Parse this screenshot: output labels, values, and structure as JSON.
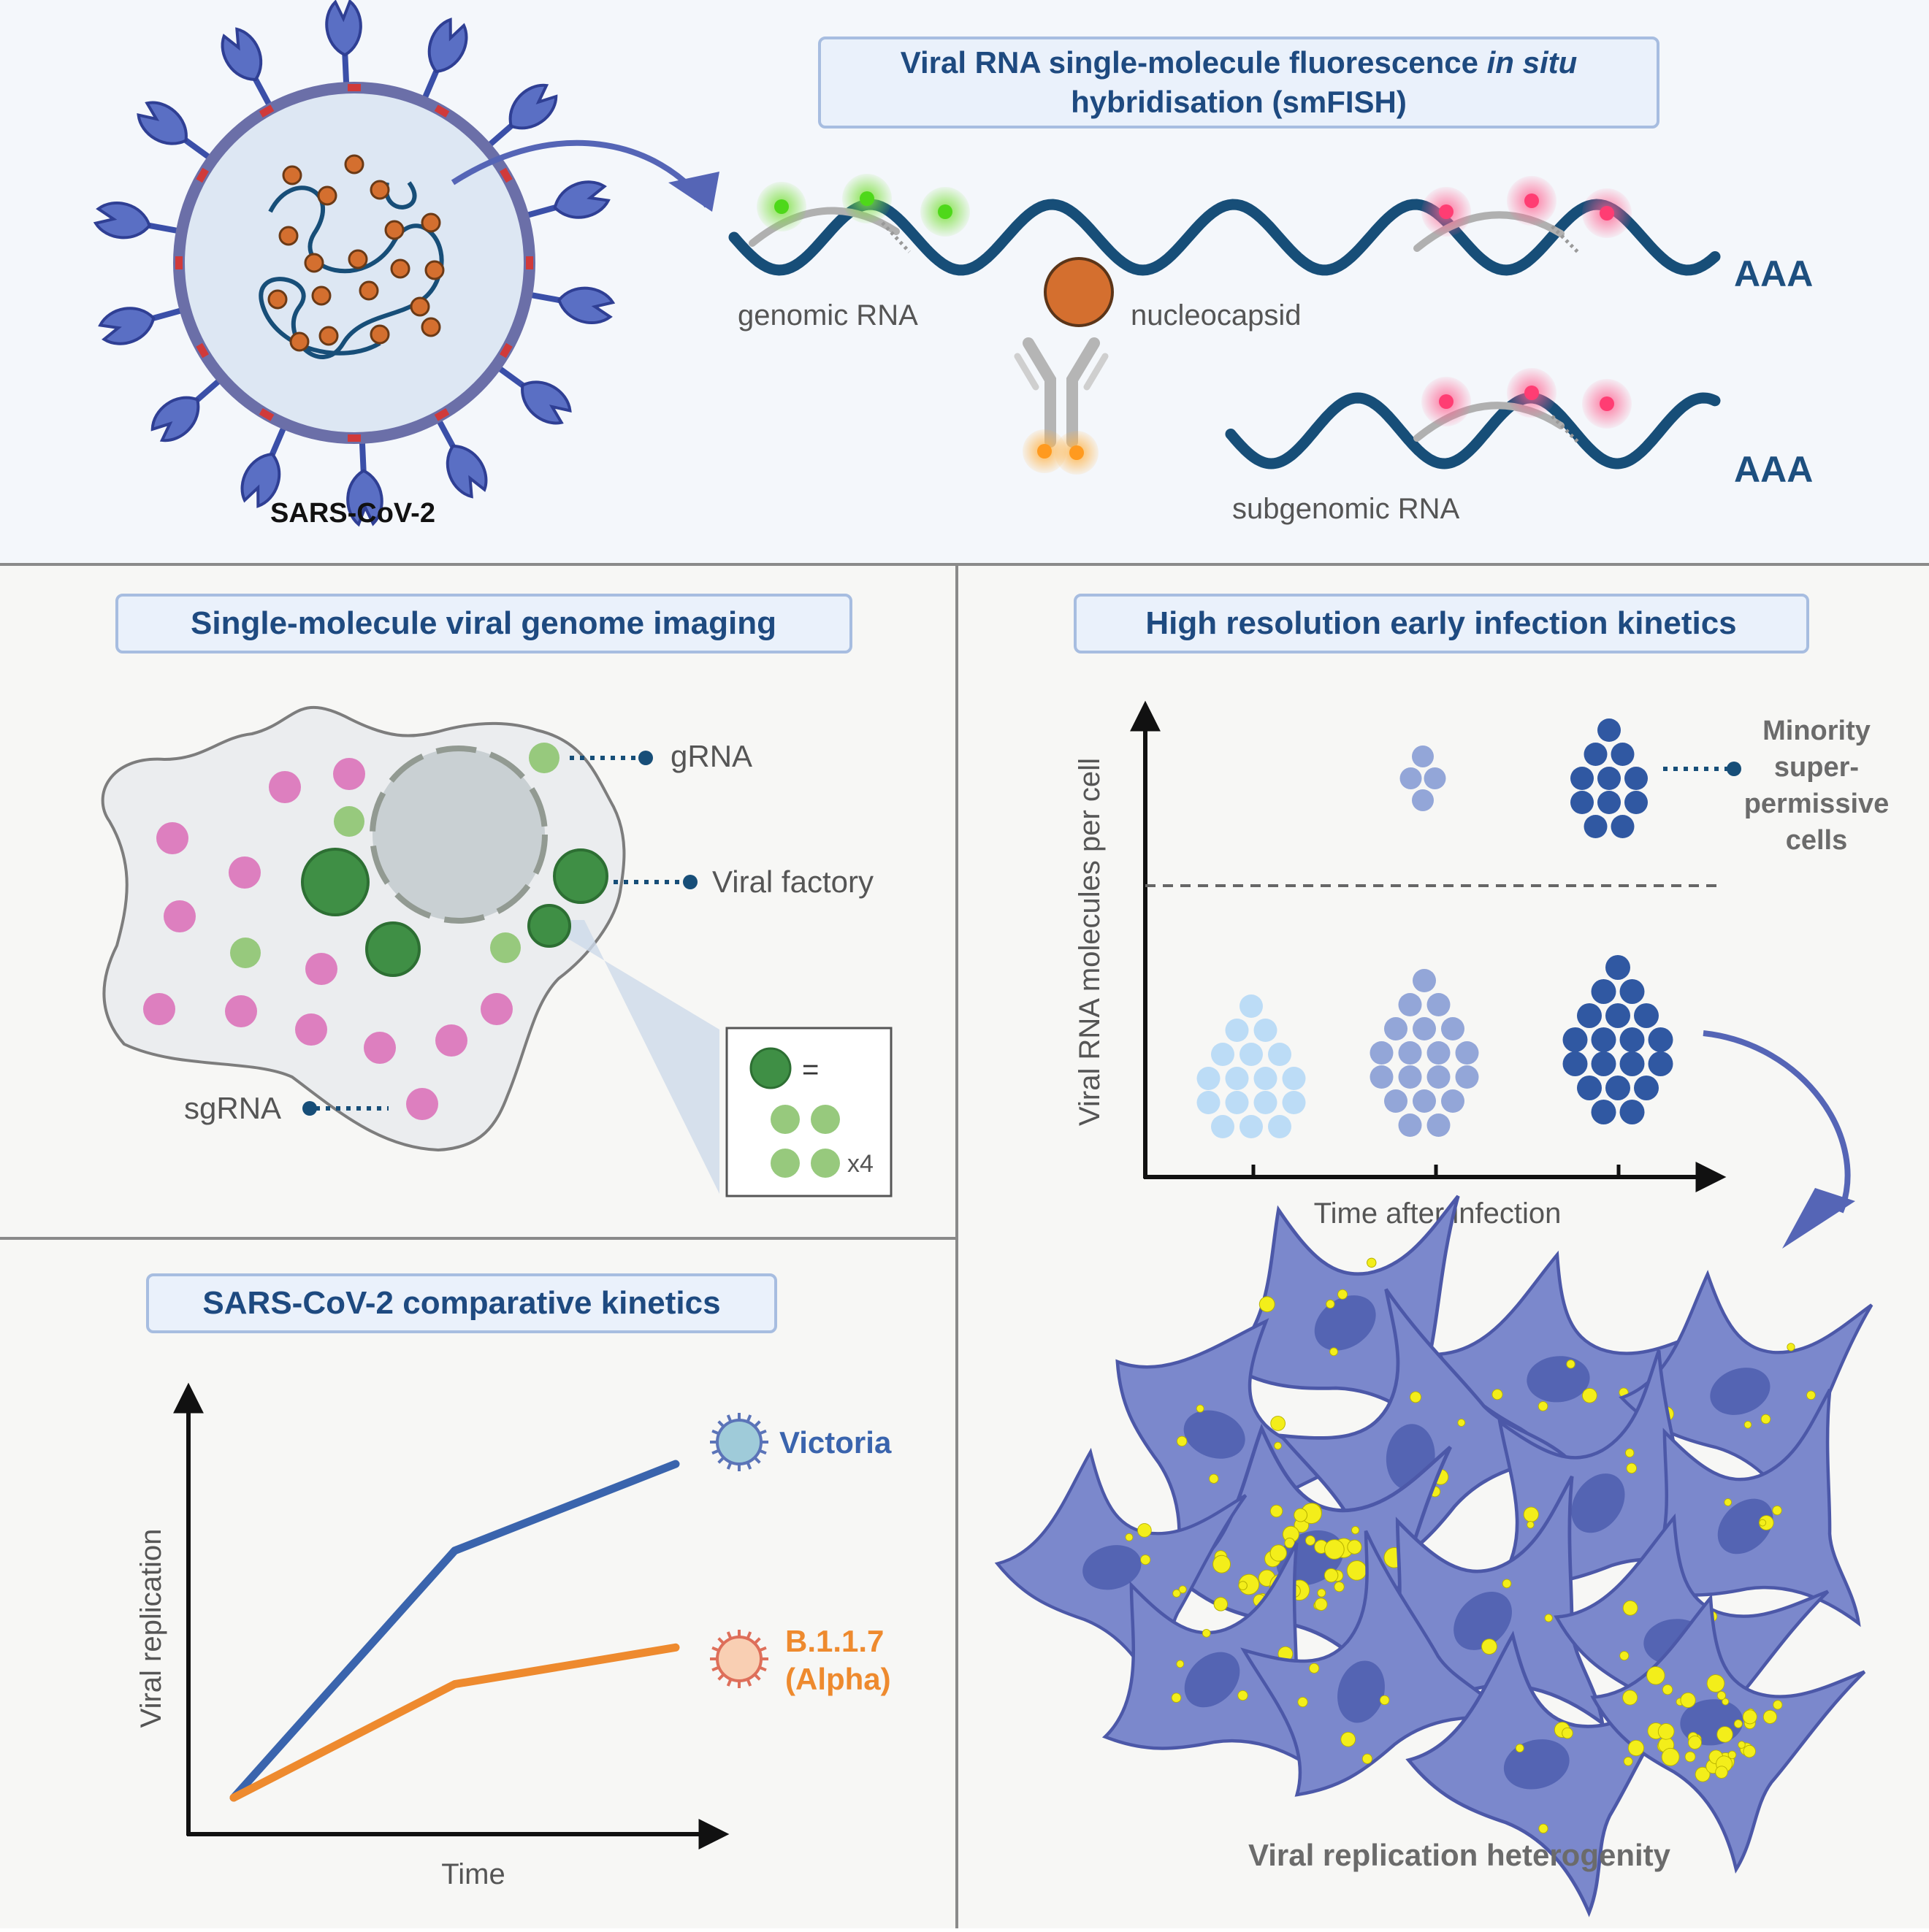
{
  "colors": {
    "navy": "#1d4f7f",
    "wave": "#174e78",
    "title_text": "#1e4a80",
    "title_box_fill": "#eaf1fb",
    "title_box_stroke": "#a7bde0",
    "panel_bg": "#f3f6fb",
    "panel_bg2": "#f7f7f4",
    "divider": "#8a8a8a",
    "nucleocapsid": "#d46f2f",
    "green_probe": "#7de040",
    "pink_probe": "#ff4f82",
    "orange_probe": "#ffb347",
    "grna": "#97c97d",
    "factory": "#3f8f45",
    "sgrna": "#dd7fbf",
    "cell_fill": "#7b88cc",
    "cell_stroke": "#4c58a8",
    "victoria": "#3a64ad",
    "alpha": "#ee8a2e"
  },
  "top": {
    "virus_label": "SARS-CoV-2",
    "smfish_title_line1": "Viral RNA single-molecule fluorescence",
    "smfish_title_italic": "in situ",
    "smfish_title_line2": "hybridisation (smFISH)",
    "genomic_label": "genomic RNA",
    "nucleocapsid_label": "nucleocapsid",
    "subgenomic_label": "subgenomic RNA",
    "polya_1": "AAA",
    "polya_2": "AAA"
  },
  "imaging": {
    "title": "Single-molecule viral genome imaging",
    "grna_label": "gRNA",
    "factory_label": "Viral factory",
    "sgrna_label": "sgRNA",
    "equals": "=",
    "multiplier": "x4"
  },
  "kinetics": {
    "title": "High resolution early infection kinetics",
    "ylabel": "Viral RNA molecules per cell",
    "xlabel": "Time after infection",
    "minority_line1": "Minority",
    "minority_line2": "super-",
    "minority_line3": "permissive",
    "minority_line4": "cells",
    "heterogeneity_label": "Viral replication heterogenity"
  },
  "comparative": {
    "title": "SARS-CoV-2 comparative kinetics",
    "ylabel": "Viral replication",
    "xlabel": "Time",
    "victoria_label": "Victoria",
    "alpha_line1": "B.1.1.7",
    "alpha_line2": "(Alpha)"
  },
  "chart_data": {
    "type": "line",
    "title": "SARS-CoV-2 comparative kinetics",
    "xlabel": "Time",
    "ylabel": "Viral replication",
    "grid": false,
    "series": [
      {
        "name": "Victoria",
        "x": [
          0,
          0.5,
          1
        ],
        "values": [
          0,
          0.74,
          1.0
        ]
      },
      {
        "name": "B.1.1.7 (Alpha)",
        "x": [
          0,
          0.5,
          1
        ],
        "values": [
          0,
          0.34,
          0.45
        ]
      }
    ]
  }
}
